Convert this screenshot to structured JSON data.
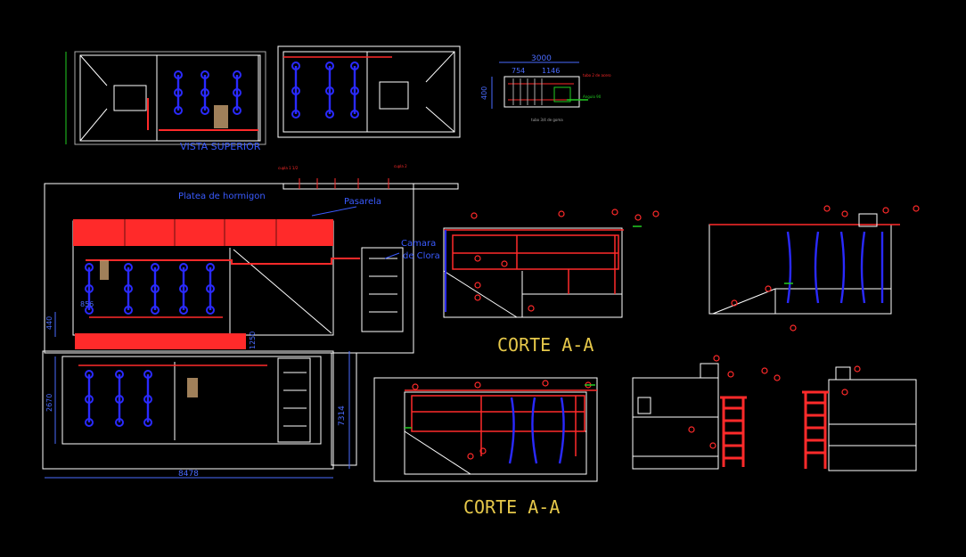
{
  "drawing": {
    "background": "#000000",
    "colors": {
      "line": "#ffffff",
      "pipe": "#ff2a2a",
      "diffuser": "#2a2aff",
      "callout": "#ff2a2a",
      "accent_green": "#22cc22",
      "title_yellow": "#e6c84a",
      "label_blue": "#3a5bff",
      "dim_blue": "#4a6bff",
      "tan": "#c8a070"
    }
  },
  "labels": {
    "vista_superior": "VISTA SUPERIOR",
    "platea": "Platea de hormigon",
    "pasarela": "Pasarela",
    "camara_top": "Camara",
    "camara_bottom": "de Clora",
    "corte_1": "CORTE A-A",
    "corte_2": "CORTE A-A"
  },
  "dimensions": {
    "total_width": "8478",
    "right_height": "7314",
    "left_height": "2670",
    "left_small": "440",
    "mid_small": "856",
    "mid_small2": "1250",
    "detail_top": "3000",
    "detail_a": "754",
    "detail_b": "1146",
    "detail_side": "400"
  },
  "detail_notes": {
    "note_1": "tubo 2 de acero",
    "note_2": "Angulo 90",
    "note_3": "tubo 3/4 de goma",
    "cupla_1": "cupla 1 1/2",
    "cupla_2": "cupla 2"
  },
  "icons": {
    "diffuser": "diffuser-icon",
    "callout": "callout-bubble-icon",
    "blower": "blower-icon",
    "ladder": "ladder-icon"
  }
}
